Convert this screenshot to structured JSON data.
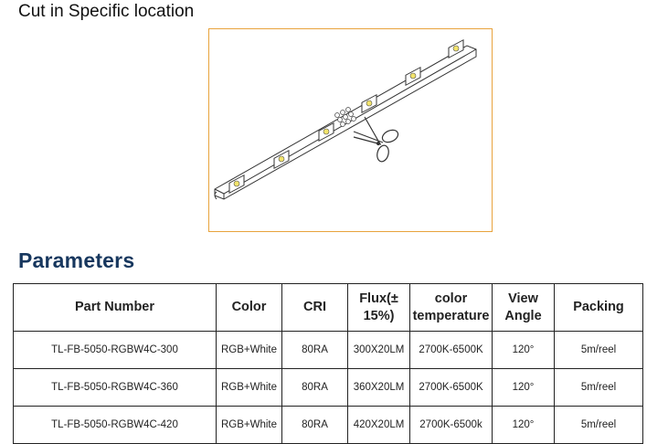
{
  "cut_section": {
    "title": "Cut in Specific location"
  },
  "parameters": {
    "title": "Parameters",
    "headers": [
      "Part Number",
      "Color",
      "CRI",
      "Flux(± 15%)",
      "color temperature",
      "View Angle",
      "Packing"
    ],
    "rows": [
      [
        "TL-FB-5050-RGBW4C-300",
        "RGB+White",
        "80RA",
        "300X20LM",
        "2700K-6500K",
        "120°",
        "5m/reel"
      ],
      [
        "TL-FB-5050-RGBW4C-360",
        "RGB+White",
        "80RA",
        "360X20LM",
        "2700K-6500K",
        "120°",
        "5m/reel"
      ],
      [
        "TL-FB-5050-RGBW4C-420",
        "RGB+White",
        "80RA",
        "420X20LM",
        "2700K-6500k",
        "120°",
        "5m/reel"
      ]
    ]
  },
  "colors": {
    "figure_border": "#e8a33d",
    "heading": "#17375e"
  },
  "icons": [
    "scissors-icon"
  ]
}
